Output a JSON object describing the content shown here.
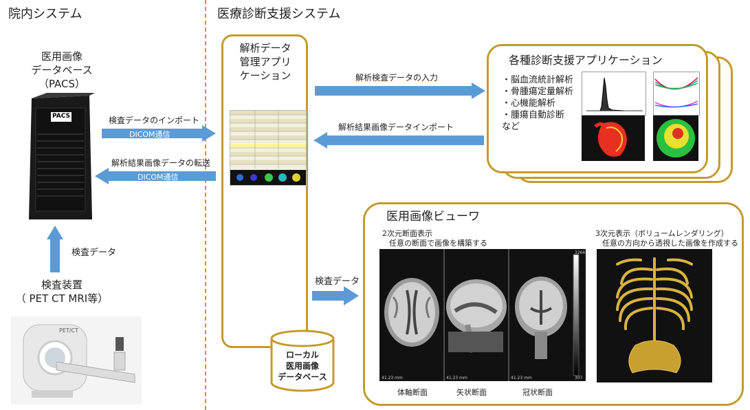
{
  "left_section": {
    "title": "院内システム"
  },
  "right_section": {
    "title": "医療診断支援システム"
  },
  "pacs": {
    "label_line1": "医用画像",
    "label_line2": "データベース",
    "label_line3": "（PACS）",
    "server_badge": "PACS"
  },
  "exam_device": {
    "label_line1": "検査装置",
    "label_line2": "（ PET  CT  MRI等）",
    "device_badge": "PET/CT"
  },
  "arrows": {
    "import": {
      "label": "検査データのインポート",
      "inner": "DICOM通信"
    },
    "transfer": {
      "label": "解析結果画像データの転送",
      "inner": "DICOM通信"
    },
    "exam_up": {
      "label": "検査データ"
    },
    "input": {
      "label": "解析検査データの入力"
    },
    "result_import": {
      "label": "解析結果画像データインポート"
    },
    "viewer_in": {
      "label": "検査データ"
    }
  },
  "mgmt_app": {
    "title_line1": "解析データ",
    "title_line2": "管理アプリ",
    "title_line3": "ケーション"
  },
  "local_db": {
    "line1": "ローカル",
    "line2": "医用画像",
    "line3": "データベース"
  },
  "diag_apps": {
    "title": "各種診断支援アプリケーション",
    "items": [
      "・脳血流統計解析",
      "・骨腫瘍定量解析",
      "・心機能解析",
      "・腫瘍自動診断"
    ],
    "more": "など"
  },
  "viewer": {
    "title": "医用画像ビューワ",
    "mode2d_line1": "2次元断面表示",
    "mode2d_line2": "任意の断面で画像を構築する",
    "mode3d_line1": "3次元表示（ボリュームレンダリング）",
    "mode3d_line2": "任意の方向から透視した画像を作成する",
    "captions": [
      "体軸断面",
      "矢状断面",
      "冠状断面"
    ],
    "scale_top": "3266",
    "scale_bottom": "307",
    "corner_1": "41.23 mm",
    "corner_2": "41.23 mm",
    "corner_3": "41.23 mm"
  },
  "colors": {
    "accent_gold": "#c49a2a",
    "arrow_blue": "#5b9bd5"
  }
}
